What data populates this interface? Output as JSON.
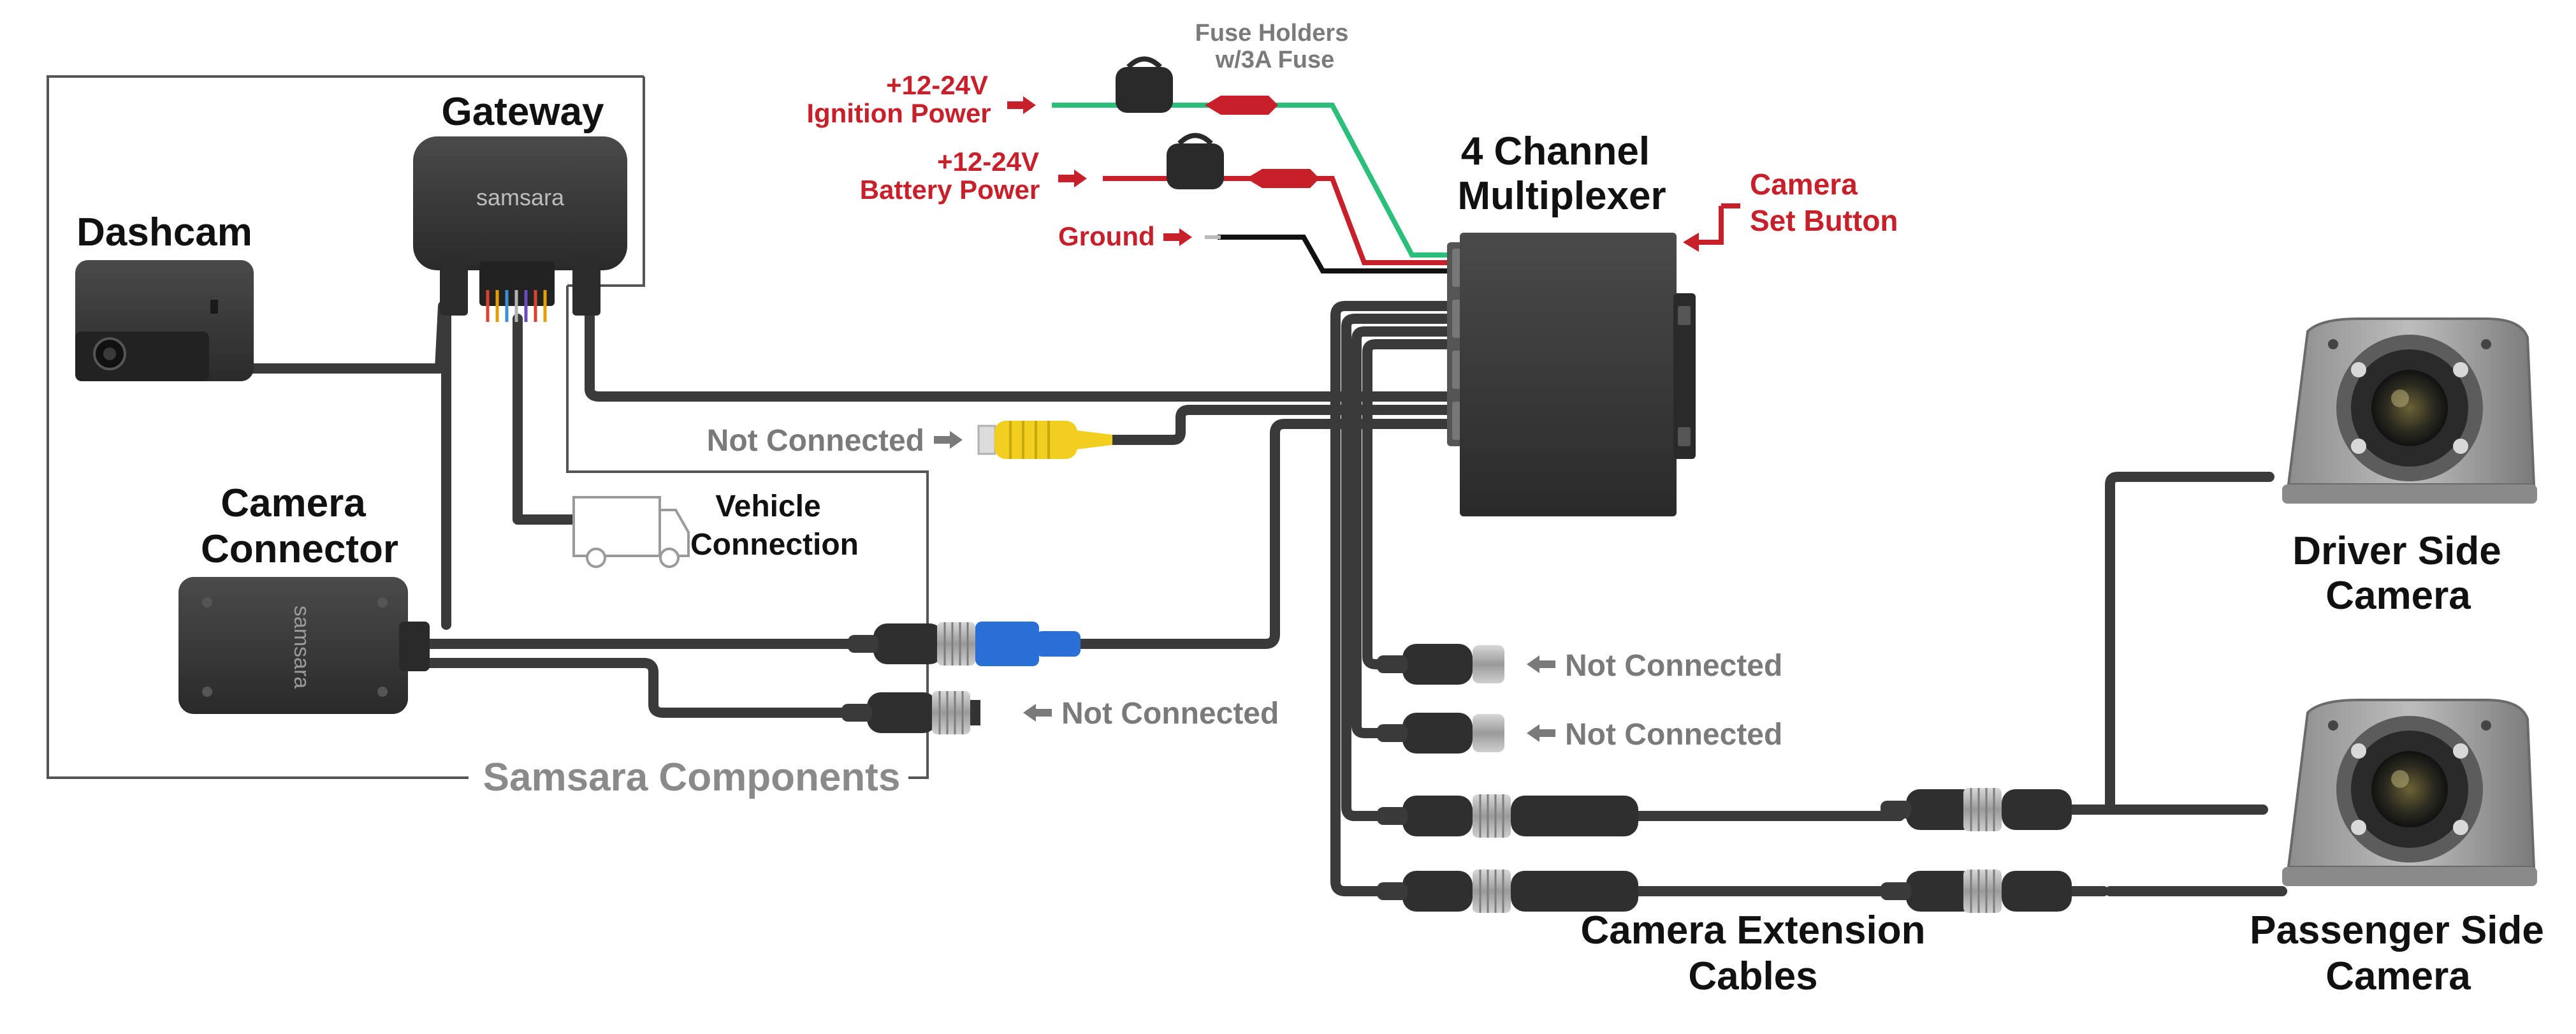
{
  "labels": {
    "gateway": "Gateway",
    "gateway_brand": "samsara",
    "dashcam": "Dashcam",
    "camera_connector_1": "Camera",
    "camera_connector_2": "Connector",
    "connector_brand": "samsara",
    "vehicle_connection_1": "Vehicle",
    "vehicle_connection_2": "Connection",
    "samsara_components": "Samsara Components",
    "multiplexer_1": "4 Channel",
    "multiplexer_2": "Multiplexer",
    "camera_set_button_1": "Camera",
    "camera_set_button_2": "Set Button",
    "fuse_holders_1": "Fuse Holders",
    "fuse_holders_2": "w/3A Fuse",
    "ignition_1": "+12-24V",
    "ignition_2": "Ignition Power",
    "battery_1": "+12-24V",
    "battery_2": "Battery Power",
    "ground": "Ground",
    "not_connected_rca": "Not Connected",
    "not_connected_connector": "Not Connected",
    "not_connected_mux_1": "Not Connected",
    "not_connected_mux_2": "Not Connected",
    "extension_1": "Camera Extension",
    "extension_2": "Cables",
    "driver_camera_1": "Driver Side",
    "driver_camera_2": "Camera",
    "passenger_camera_1": "Passenger Side",
    "passenger_camera_2": "Camera"
  },
  "colors": {
    "cable": "#3a3a3a",
    "ignition_wire": "#2bbf7a",
    "battery_wire": "#c8202a",
    "ground_wire": "#111111",
    "power_label": "#c8202a",
    "muted_label": "#7a7a7a",
    "rca_yellow": "#f2cf1f",
    "connector_blue": "#2a6fd6"
  }
}
